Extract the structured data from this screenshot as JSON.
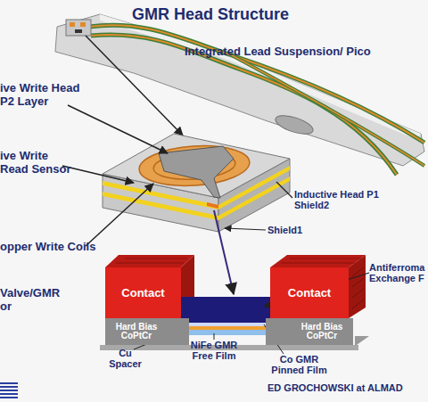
{
  "diagram": {
    "title": "GMR Head Structure",
    "nodes": [
      {
        "text": [
          "Contact"
        ]
      },
      {
        "text": [
          "Contact"
        ]
      },
      {
        "text": [
          "Hard Bias CoPtCr"
        ]
      },
      {
        "text": [
          "Hard Bias CoPtCr"
        ]
      }
    ],
    "labels": [
      "Integrated Lead Suspension/ Pico",
      "ive Write Head P2 Layer",
      "ive Write Read Sensor",
      "opper Write Coils",
      "Valve/GMR or",
      "Inductive Head P1 Shield2",
      "Shield1",
      "Antiferroma Exchange F",
      "Cu Spacer",
      "NiFe GMR Free Film",
      "Co GMR Pinned Film",
      "ED GROCHOWSKI at ALMAD"
    ]
  }
}
